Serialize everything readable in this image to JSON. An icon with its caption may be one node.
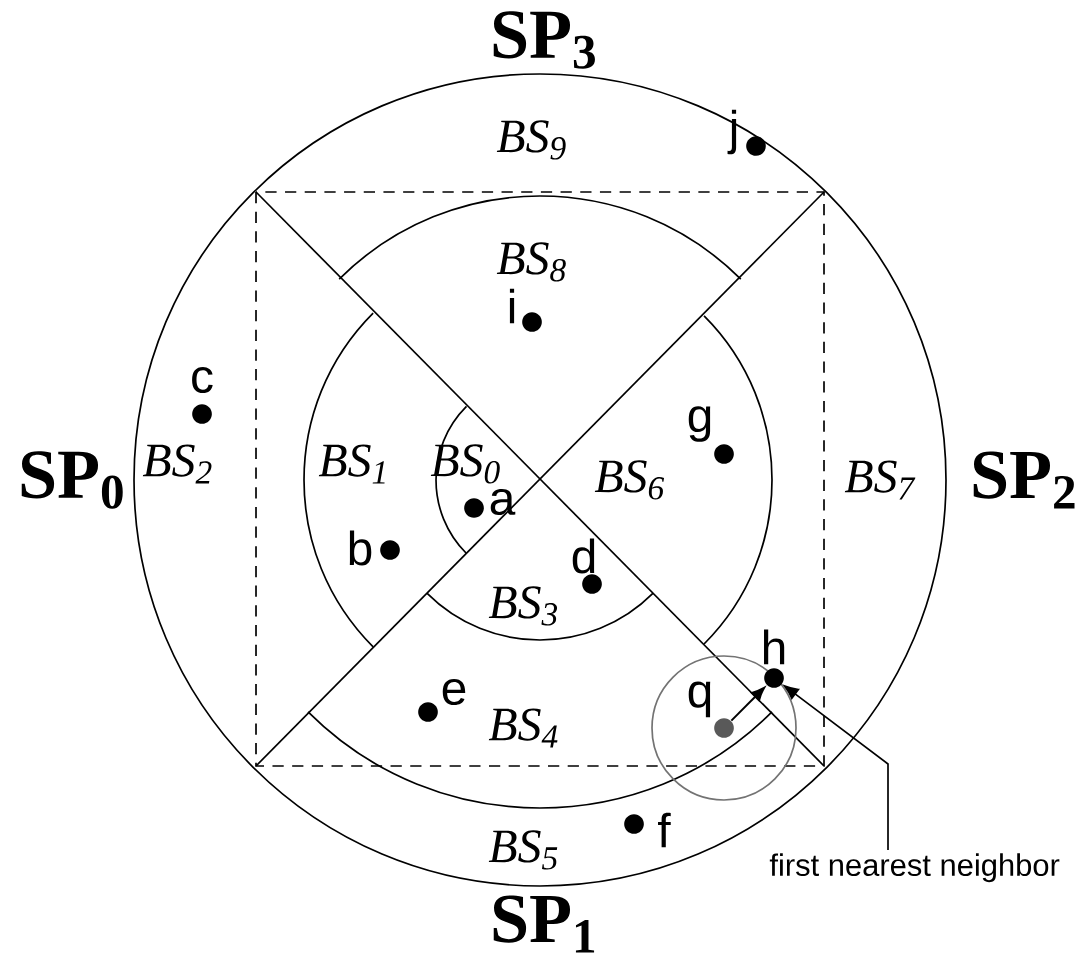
{
  "diagram": {
    "nodes": [
      {
        "text": [
          "q"
        ]
      },
      {
        "text": [
          "h"
        ]
      },
      {
        "text": [
          "first nearest neighbor"
        ]
      }
    ],
    "edges": [
      {
        "from": 0,
        "to": 1,
        "arrow": "to"
      },
      {
        "from": 2,
        "to": 1,
        "arrow": "to"
      }
    ],
    "labels": [
      "SP$_{3}$",
      "BS$_{9}$",
      "j",
      "BS$_{8}$",
      "i",
      "c",
      "g",
      "SP$_{0}$",
      "BS$_{2}$",
      "BS$_{1}$",
      "BS$_{0}$",
      "a",
      "BS$_{6}$",
      "BS$_{7}$",
      "SP$_{2}$",
      "b",
      "d",
      "BS$_{3}$",
      "e",
      "BS$_{4}$",
      "f",
      "BS$_{5}$",
      "SP$_{1}$"
    ]
  }
}
